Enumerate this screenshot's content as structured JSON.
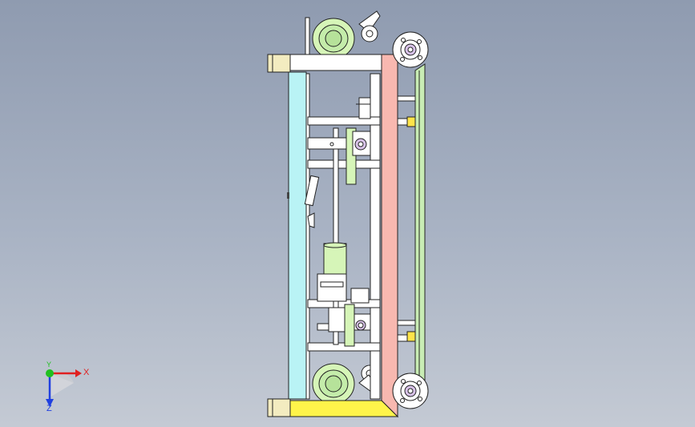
{
  "viewport": {
    "background_top": "#8f9bb0",
    "background_bottom": "#c4cad4"
  },
  "triad": {
    "x_label": "X",
    "y_label": "Y",
    "z_label": "Z",
    "x_color": "#e02020",
    "y_color": "#20c020",
    "z_color": "#2040e0"
  },
  "parts": {
    "left_post_color": "#b9f3f5",
    "right_post_color": "#f8b8b0",
    "side_rail_color": "#c8ecb4",
    "base_plate_color": "#fff44a",
    "end_block_color": "#f3ecc0",
    "motor_color": "#d6f5b8",
    "frame_color": "#ffffff",
    "bracket_color": "#d8c2e8"
  }
}
